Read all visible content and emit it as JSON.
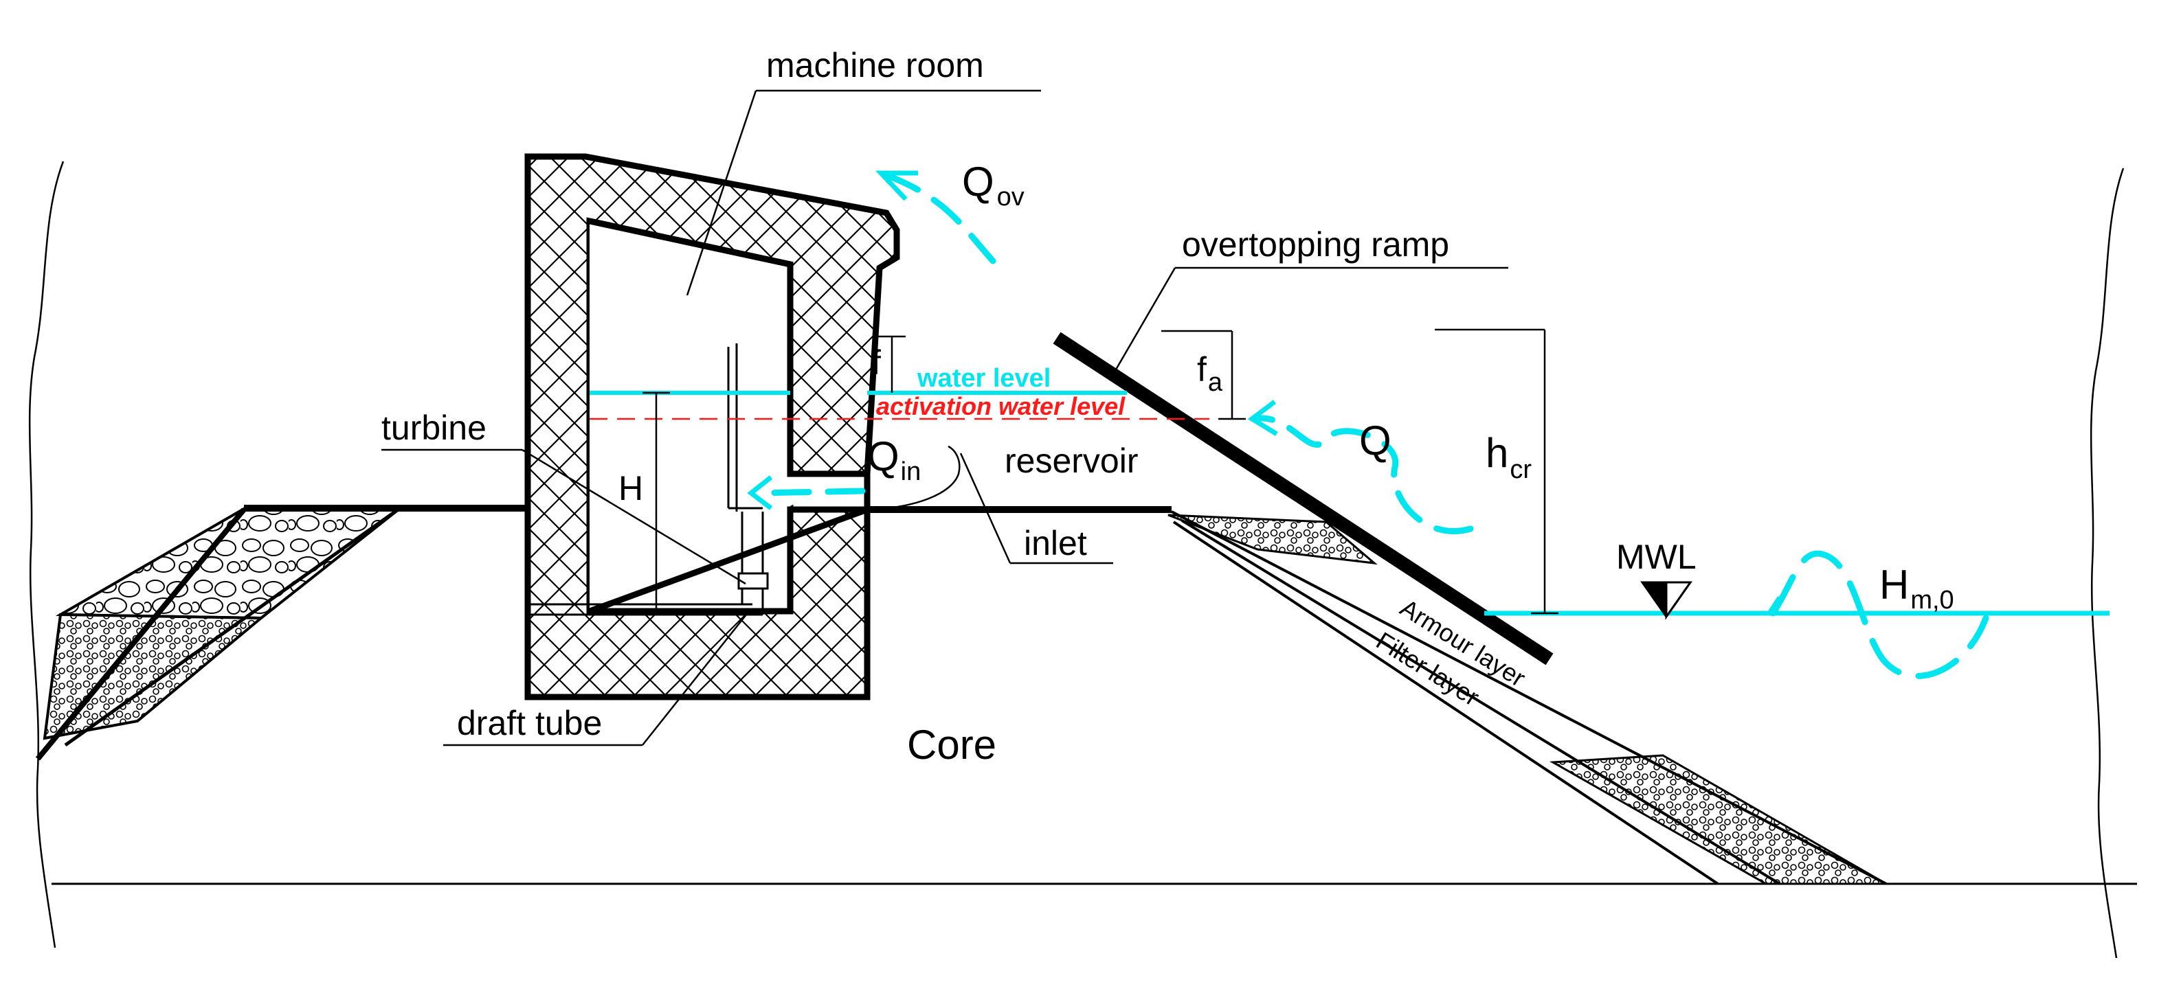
{
  "colors": {
    "water": "#00e5ee",
    "activation": "#ff1a1a",
    "ink": "#000000"
  },
  "labels": {
    "machine_room": "machine room",
    "q_ov": "Q",
    "q_ov_sub": "ov",
    "overtopping_ramp": "overtopping ramp",
    "f": "f",
    "f_a": "f",
    "f_a_sub": "a",
    "water_level": "water level",
    "activation_water_level": "activation water level",
    "q": "Q",
    "h_cr": "h",
    "h_cr_sub": "cr",
    "turbine": "turbine",
    "h": "H",
    "q_in": "Q",
    "q_in_sub": "in",
    "reservoir": "reservoir",
    "inlet": "inlet",
    "mwl": "MWL",
    "h_m0": "H",
    "h_m0_sub": "m,0",
    "armour_layer": "Armour layer",
    "filter_layer": "Filter layer",
    "draft_tube": "draft tube",
    "core": "Core"
  }
}
